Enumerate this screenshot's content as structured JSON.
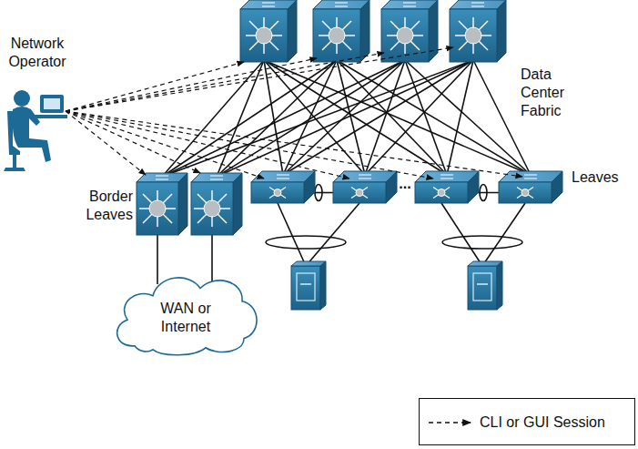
{
  "diagram": {
    "nodes": [
      {
        "text": [
          "WAN or Internet"
        ]
      }
    ],
    "labels": [
      "Network Operator",
      "Data Center Fabric",
      "Border Leaves",
      "Leaves",
      "..."
    ],
    "legend": [
      {
        "text": "CLI or GUI Session"
      }
    ]
  }
}
